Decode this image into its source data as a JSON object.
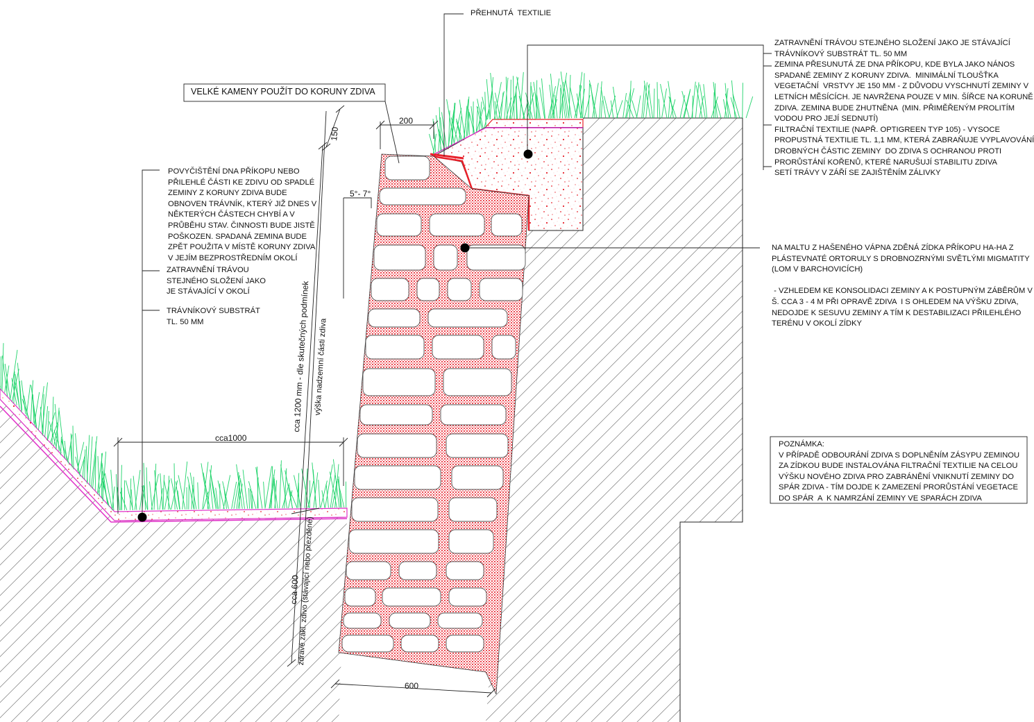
{
  "labels": {
    "textile_fold": "PŘEHNUTÁ  TEXTILIE",
    "big_stones": "VELKÉ KAMENY POUŽÍT DO KORUNY ZDIVA",
    "crown_notes": "ZATRAVNĚNÍ TRÁVOU STEJNÉHO SLOŽENÍ JAKO JE STÁVAJÍCÍ\nTRÁVNÍKOVÝ SUBSTRÁT TL. 50 MM\nZEMINA PŘESUNUTÁ ZE DNA PŘÍKOPU, KDE BYLA JAKO NÁNOS\nSPADANÉ ZEMINY Z KORUNY ZDIVA.  MINIMÁLNÍ TLOUŠŤKA\nVEGETAČNÍ  VRSTVY JE 150 MM - Z DŮVODU VYSCHNUTÍ ZEMINY V\nLETNÍCH MĚSÍCÍCH. JE NAVRŽENA POUZE V MIN. ŠÍŘCE NA KORUNĚ\nZDIVA. ZEMINA BUDE ZHUTNĚNA  (MIN. PŘIMĚŘENÝM PROLITÍM\nVODOU PRO JEJÍ SEDNUTÍ)\nFILTRAČNÍ TEXTILIE (NAPŘ. OPTIGREEN TYP 105) - VYSOCE\nPROPUSTNÁ TEXTILIE TL. 1,1 MM, KTERÁ ZABRAŇUJE VYPLAVOVÁNÍ\nDROBNÝCH ČÁSTIC ZEMINY  DO ZDIVA S OCHRANOU PROTI\nPRORŮSTÁNÍ KOŘENŮ, KTERÉ NARUŠUJÍ STABILITU ZDIVA\nSETÍ TRÁVY V ZÁŘÍ SE ZAJIŠTĚNÍM ZÁLIVKY",
    "wall_notes": "NA MALTU Z HAŠENÉHO VÁPNA ZDĚNÁ ZÍDKA PŘÍKOPU HA-HA Z\nPLÁSTEVNATÉ ORTORULY S DROBNOZRNÝMI SVĚTLÝMI MIGMATITY\n(LOM V BARCHOVICÍCH)\n\n - VZHLEDEM KE KONSOLIDACI ZEMINY A K POSTUPNÝM ZÁBĚRŮM V\nŠ. CCA 3 - 4 M PŘI OPRAVĚ ZDIVA  I S OHLEDEM NA VÝŠKU ZDIVA,\nNEDOJDE K SESUVU ZEMINY A TÍM K DESTABILIZACI PŘILEHLÉHO\nTERÉNU V OKOLÍ ZÍDKY",
    "ditch_clean": "POVYČIŠTĚNÍ DNA PŘÍKOPU NEBO\nPŘILEHLÉ ČÁSTI KE ZDIVU OD SPADLÉ\nZEMINY Z KORUNY ZDIVA BUDE\nOBNOVEN TRÁVNÍK, KTERÝ JIŽ DNES V\nNĚKTERÝCH ČÁSTECH CHYBÍ A V\nPRŮBĚHU STAV. ČINNOSTI BUDE JISTĚ\nPOŠKOZEN. SPADANÁ ZEMINA BUDE\nZPĚT POUŽITA V MÍSTĚ KORUNY ZDIVA\nV JEJÍM BEZPROSTŘEDNÍM OKOLÍ",
    "grass": "ZATRAVNĚNÍ TRÁVOU\nSTEJNÉHO SLOŽENÍ JAKO\nJE STÁVAJÍCÍ V OKOLÍ",
    "substrate": "TRÁVNÍKOVÝ SUBSTRÁT\nTL. 50 MM",
    "note_box": "POZNÁMKA:\nV PŘÍPADĚ ODBOURÁNÍ ZDIVA S DOPLNĚNÍM ZÁSYPU ZEMINOU\nZA ZÍDKOU BUDE INSTALOVÁNA FILTRAČNÍ TEXTILIE NA CELOU\nVÝŠKU NOVÉHO ZDIVA PRO ZABRÁNĚNÍ VNIKNUTÍ ZEMINY DO\nSPÁR ZDIVA - TÍM DOJDE K ZAMEZENÍ PRORŮSTÁNÍ VEGETACE\nDO SPÁR  A  K NAMRZÁNÍ ZEMINY VE SPARÁCH ZDIVA"
  },
  "dimensions": {
    "crown_width": "200",
    "crown_height": "150",
    "batter": "5°- 7°",
    "wall_height": "cca 1200 mm - dle skutečných podmínek",
    "wall_height_sub": "výška nadzemní části zdiva",
    "ditch_width": "cca1000",
    "foundation_depth": "cca 600",
    "foundation_sub": "zdravé zákl. zdivo (stávající nebo přezděné)",
    "base_width": "600"
  },
  "colors": {
    "grass": "#1fd36a",
    "mortar": "#e8202a",
    "textile": "#e030c8",
    "line": "#222222",
    "hatch": "#7a7a7a"
  }
}
